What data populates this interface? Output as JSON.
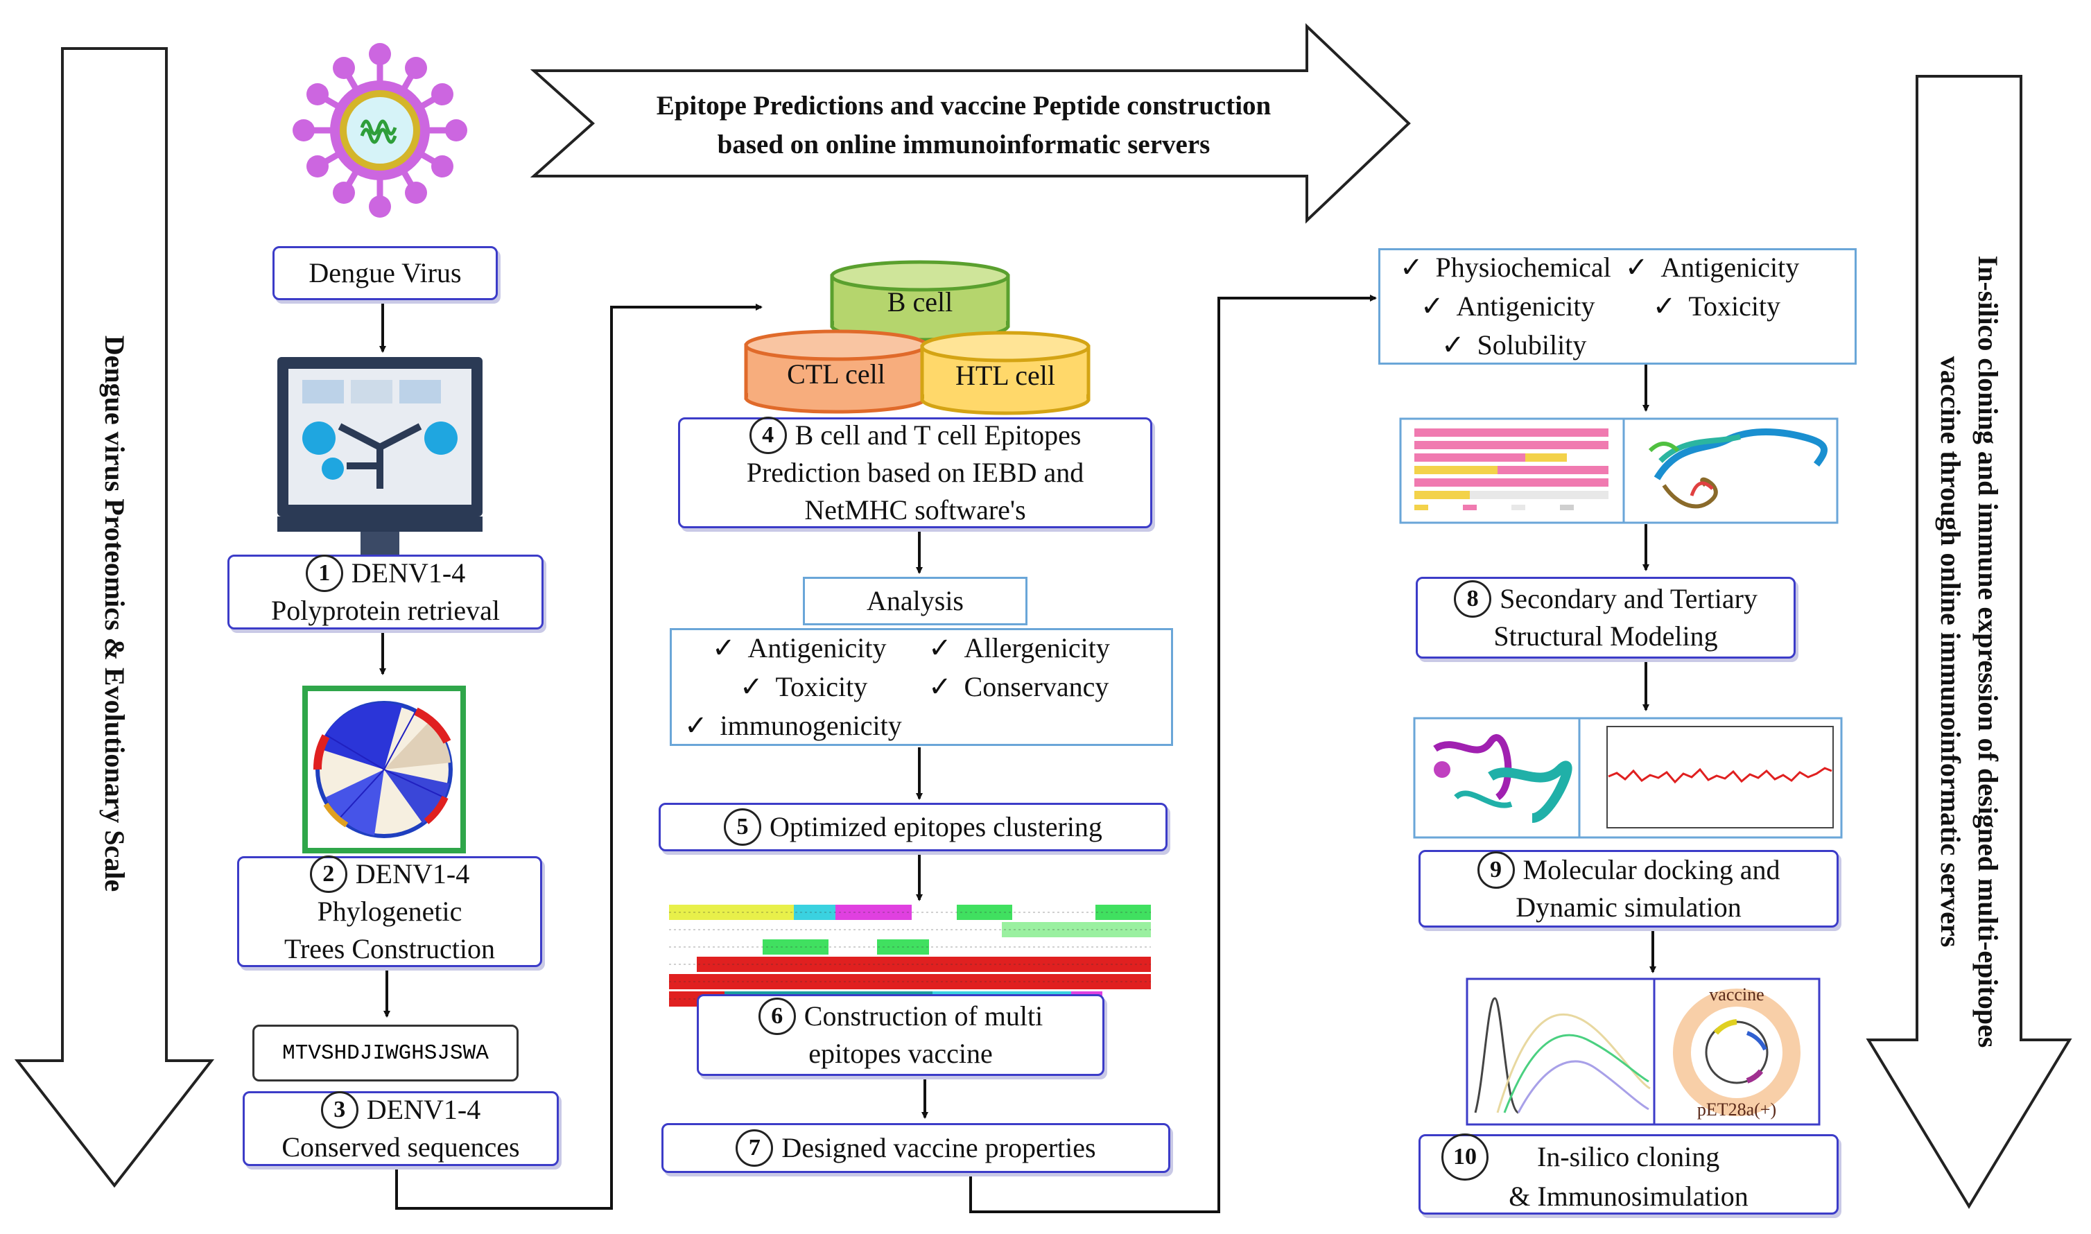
{
  "left_arrow": {
    "text": "Dengue virus Proteomics  & Evolutionary Scale"
  },
  "top_arrow": {
    "line1": "Epitope Predictions and vaccine Peptide construction",
    "line2": "based on online immunoinformatic servers"
  },
  "right_arrow": {
    "line1": "In-silico cloning and immune expression of designed multi-epitopes",
    "line2": "vaccine through  online immunoinformatic servers"
  },
  "col1": {
    "virus_label": "Dengue Virus",
    "step1": {
      "num": "1",
      "line1": "DENV1-4",
      "line2": "Polyprotein retrieval"
    },
    "step2": {
      "num": "2",
      "line1": "DENV1-4",
      "line2": "Phylogenetic",
      "line3": "Trees Construction"
    },
    "sequence": "MTVSHDJIWGHSJSWA",
    "step3": {
      "num": "3",
      "line1": "DENV1-4",
      "line2": "Conserved sequences"
    }
  },
  "col2": {
    "cyl_b": "B cell",
    "cyl_ctl": "CTL cell",
    "cyl_htl": "HTL cell",
    "step4": {
      "num": "4",
      "line1": "B cell and T cell Epitopes",
      "line2": "Prediction based on IEBD and",
      "line3": "NetMHC software's"
    },
    "analysis": "Analysis",
    "checks": [
      "Antigenicity",
      "Allergenicity",
      "Toxicity",
      "Conservancy",
      "immunogenicity"
    ],
    "step5": {
      "num": "5",
      "label": "Optimized epitopes clustering"
    },
    "step6": {
      "num": "6",
      "line1": "Construction of multi",
      "line2": "epitopes vaccine"
    },
    "step7": {
      "num": "7",
      "label": "Designed vaccine properties"
    }
  },
  "col3": {
    "checks": [
      "Physiochemical",
      "Antigenicity",
      "Antigenicity",
      "Toxicity",
      "Solubility"
    ],
    "step8": {
      "num": "8",
      "line1": "Secondary and Tertiary",
      "line2": "Structural Modeling"
    },
    "step9": {
      "num": "9",
      "line1": "Molecular docking and",
      "line2": "Dynamic simulation"
    },
    "step10": {
      "num": "10",
      "line1": "In-silico cloning",
      "line2": "& Immunosimulation"
    },
    "plasmid_top": "vaccine",
    "plasmid_bottom": "pET28a(+)"
  },
  "colors": {
    "box_border": "#3c3cc8",
    "plain_border": "#6aa6d8",
    "virus": "#cc66e0"
  }
}
